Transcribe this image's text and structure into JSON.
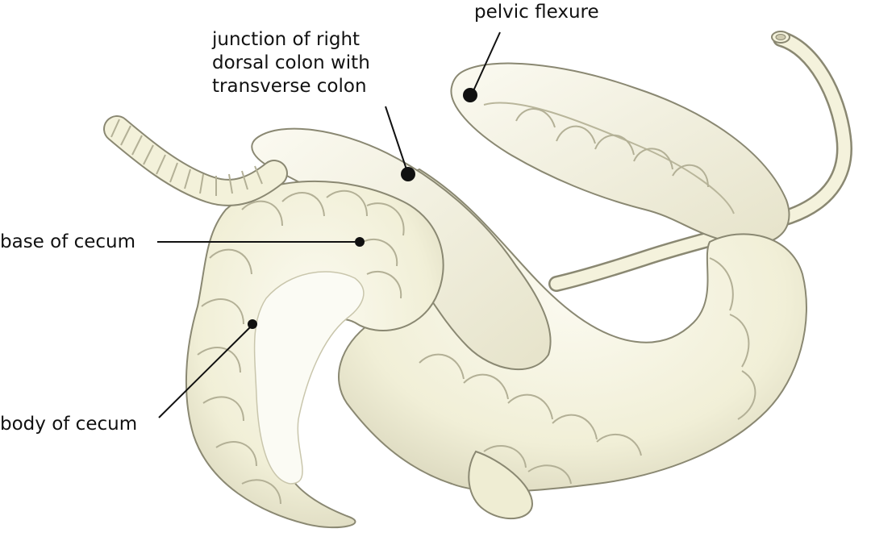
{
  "labels": {
    "pelvic_flexure": "pelvic flexure",
    "junction": {
      "line1": "junction of right",
      "line2": "dorsal colon with",
      "line3": "transverse colon"
    },
    "base_of_cecum": "base of cecum",
    "body_of_cecum": "body of cecum"
  },
  "colors": {
    "organ_fill": "#f4f2dc",
    "organ_shade": "#d9d6bd",
    "outline": "#8a8872",
    "leader": "#111111"
  }
}
